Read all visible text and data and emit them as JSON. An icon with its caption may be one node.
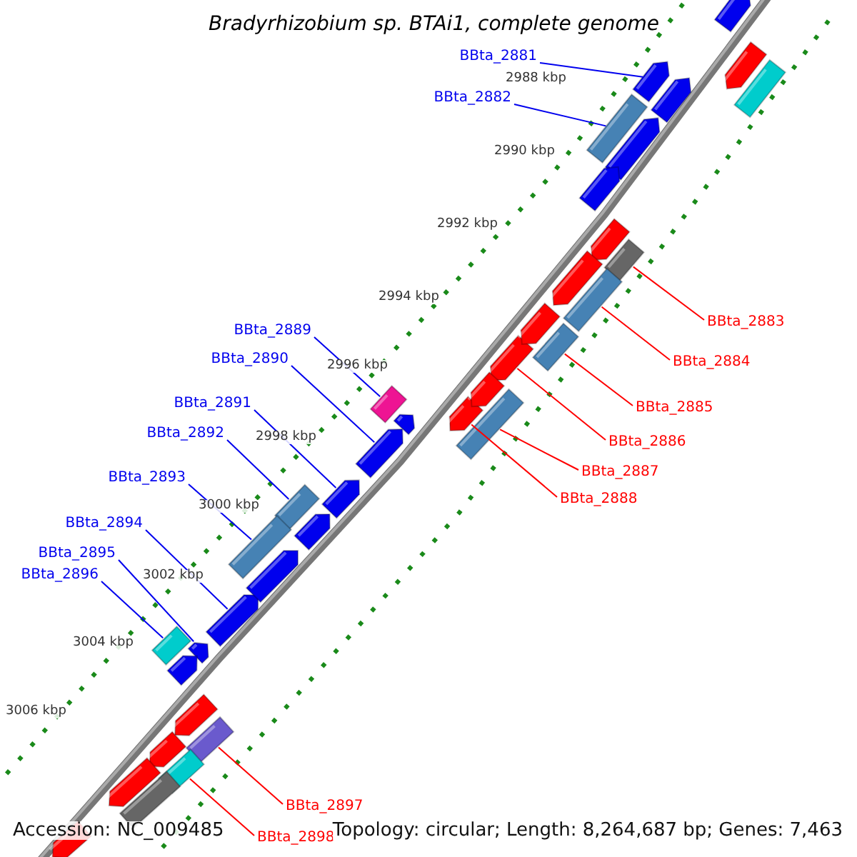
{
  "diagram": {
    "title": "Bradyrhizobium sp. BTAi1, complete genome",
    "nodes": [
      {
        "text": [
          "BBta_2881"
        ]
      },
      {
        "text": [],
        "shape": "box"
      },
      {
        "text": [
          "BBta_2882"
        ]
      },
      {
        "text": [],
        "shape": "box"
      },
      {
        "text": [
          "BBta_2889"
        ]
      },
      {
        "text": [],
        "shape": "box"
      },
      {
        "text": [
          "BBta_2890"
        ]
      },
      {
        "text": [],
        "shape": "box"
      },
      {
        "text": [
          "BBta_2891"
        ]
      },
      {
        "text": [],
        "shape": "box"
      },
      {
        "text": [
          "BBta_2892"
        ]
      },
      {
        "text": [],
        "shape": "box"
      },
      {
        "text": [
          "BBta_2893"
        ]
      },
      {
        "text": [],
        "shape": "box"
      },
      {
        "text": [
          "BBta_2894"
        ]
      },
      {
        "text": [],
        "shape": "box"
      },
      {
        "text": [
          "BBta_2895"
        ]
      },
      {
        "text": [],
        "shape": "box"
      },
      {
        "text": [
          "BBta_2896"
        ]
      },
      {
        "text": [],
        "shape": "box"
      },
      {
        "text": [
          "BBta_2883"
        ]
      },
      {
        "text": [],
        "shape": "box"
      },
      {
        "text": [
          "BBta_2884"
        ]
      },
      {
        "text": [],
        "shape": "box"
      },
      {
        "text": [
          "BBta_2885"
        ]
      },
      {
        "text": [],
        "shape": "box"
      },
      {
        "text": [
          "BBta_2886"
        ]
      },
      {
        "text": [],
        "shape": "box"
      },
      {
        "text": [
          "BBta_2887"
        ]
      },
      {
        "text": [],
        "shape": "box"
      },
      {
        "text": [
          "BBta_2888"
        ]
      },
      {
        "text": [],
        "shape": "box"
      },
      {
        "text": [
          "BBta_2897"
        ]
      },
      {
        "text": [],
        "shape": "box"
      },
      {
        "text": [
          "BBta_2898"
        ]
      },
      {
        "text": [],
        "shape": "box"
      },
      {
        "text": [],
        "shape": "box"
      },
      {
        "text": [],
        "shape": "box"
      },
      {
        "text": [],
        "shape": "box"
      },
      {
        "text": [],
        "shape": "box"
      },
      {
        "text": [],
        "shape": "box"
      },
      {
        "text": [],
        "shape": "box"
      },
      {
        "text": [],
        "shape": "box"
      },
      {
        "text": [],
        "shape": "box"
      },
      {
        "text": [],
        "shape": "box"
      },
      {
        "text": [],
        "shape": "box"
      },
      {
        "text": [],
        "shape": "box"
      },
      {
        "text": [],
        "shape": "box"
      },
      {
        "text": [],
        "shape": "box"
      },
      {
        "text": [],
        "shape": "box"
      },
      {
        "text": [],
        "shape": "box"
      },
      {
        "text": [],
        "shape": "box"
      },
      {
        "text": [],
        "shape": "box"
      },
      {
        "text": [],
        "shape": "box"
      },
      {
        "text": [],
        "shape": "box"
      }
    ],
    "edges": [
      {
        "from": 0,
        "to": 1,
        "arrow": "none"
      },
      {
        "from": 2,
        "to": 3,
        "arrow": "none"
      },
      {
        "from": 4,
        "to": 5,
        "arrow": "none"
      },
      {
        "from": 6,
        "to": 7,
        "arrow": "none"
      },
      {
        "from": 8,
        "to": 9,
        "arrow": "none"
      },
      {
        "from": 10,
        "to": 11,
        "arrow": "none"
      },
      {
        "from": 12,
        "to": 13,
        "arrow": "none"
      },
      {
        "from": 14,
        "to": 15,
        "arrow": "none"
      },
      {
        "from": 16,
        "to": 17,
        "arrow": "none"
      },
      {
        "from": 18,
        "to": 19,
        "arrow": "none"
      },
      {
        "from": 20,
        "to": 21,
        "arrow": "none",
        "color": "#ff0000"
      },
      {
        "from": 22,
        "to": 23,
        "arrow": "none",
        "color": "#ff0000"
      },
      {
        "from": 24,
        "to": 25,
        "arrow": "none",
        "color": "#ff0000"
      },
      {
        "from": 26,
        "to": 27,
        "arrow": "none",
        "color": "#ff0000"
      },
      {
        "from": 28,
        "to": 29,
        "arrow": "none",
        "color": "#ff0000"
      },
      {
        "from": 30,
        "to": 31,
        "arrow": "none",
        "color": "#ff0000"
      },
      {
        "from": 32,
        "to": 33,
        "arrow": "none",
        "color": "#ff0000"
      },
      {
        "from": 34,
        "to": 35,
        "arrow": "none",
        "color": "#ff0000"
      }
    ],
    "labels": [
      "2988 kbp",
      "2990 kbp",
      "2992 kbp",
      "2994 kbp",
      "2996 kbp",
      "2998 kbp",
      "3000 kbp",
      "3002 kbp",
      "3004 kbp",
      "3006 kbp",
      "Accession: NC_009485",
      "Topology: circular; Length: 8,264,687 bp; Genes: 7,463"
    ]
  }
}
